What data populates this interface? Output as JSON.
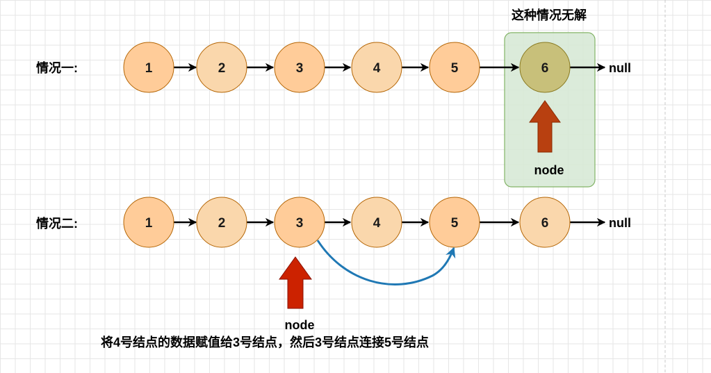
{
  "case1": {
    "label": "情况一:",
    "note": "这种情况无解",
    "nodes": [
      "1",
      "2",
      "3",
      "4",
      "5",
      "6"
    ],
    "terminal": "null",
    "pointer_label": "node"
  },
  "case2": {
    "label": "情况二:",
    "nodes": [
      "1",
      "2",
      "3",
      "4",
      "5",
      "6"
    ],
    "terminal": "null",
    "pointer_label": "node",
    "caption": "将4号结点的数据赋值给3号结点，然后3号结点连接5号结点"
  },
  "colors": {
    "node_dark": "#FFCC99",
    "node_light": "#FAD7AC",
    "node_stroke": "#B46504",
    "highlight_fill": "#D5E8D4",
    "highlight_stroke": "#82B366",
    "highlighted_node": "#C8C07A",
    "up_arrow": "#CC2200",
    "up_arrow_case1": "#B84010",
    "curve_arrow": "#1F78B4"
  }
}
